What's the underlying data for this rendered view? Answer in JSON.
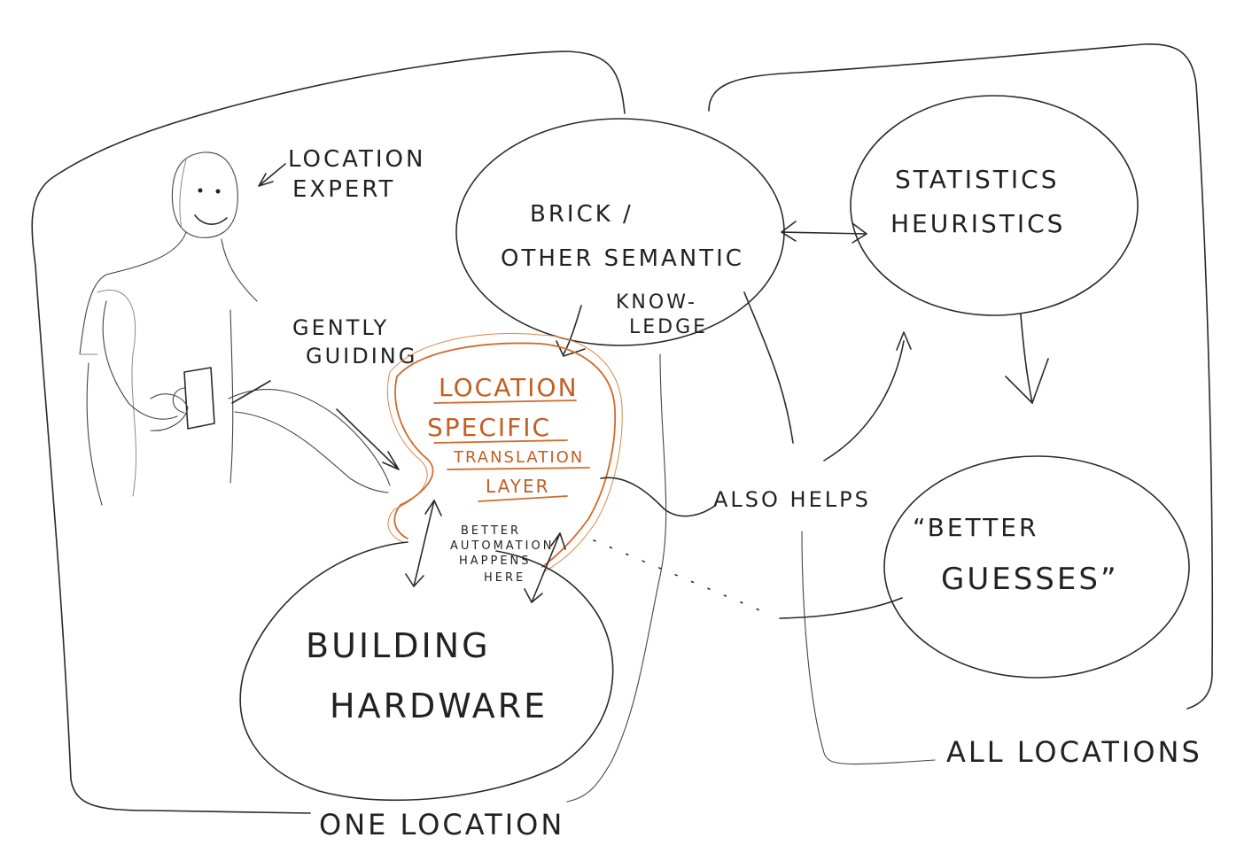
{
  "labels": {
    "location_expert_line1": "LOCATION",
    "location_expert_line2": "EXPERT",
    "gently_line1": "GENTLY",
    "gently_line2": "GUIDING",
    "brick_line1": "BRICK /",
    "brick_line2": "OTHER SEMANTIC",
    "brick_line3": "KNOW-",
    "brick_line4": "LEDGE",
    "stats_line1": "STATISTICS",
    "stats_line2": "HEURISTICS",
    "translation_line1": "LOCATION",
    "translation_line2": "SPECIFIC",
    "translation_line3": "TRANSLATION",
    "translation_line4": "LAYER",
    "automation_line1": "BETTER",
    "automation_line2": "AUTOMATION",
    "automation_line3": "HAPPENS",
    "automation_line4": "HERE",
    "also_helps": "ALSO HELPS",
    "guesses_line1": "“BETTER",
    "guesses_line2": "GUESSES”",
    "hardware_line1": "BUILDING",
    "hardware_line2": "HARDWARE",
    "one_location": "ONE LOCATION",
    "all_locations": "ALL LOCATIONS"
  },
  "colors": {
    "ink": "#2a2a2a",
    "highlight": "#d26a2a"
  }
}
